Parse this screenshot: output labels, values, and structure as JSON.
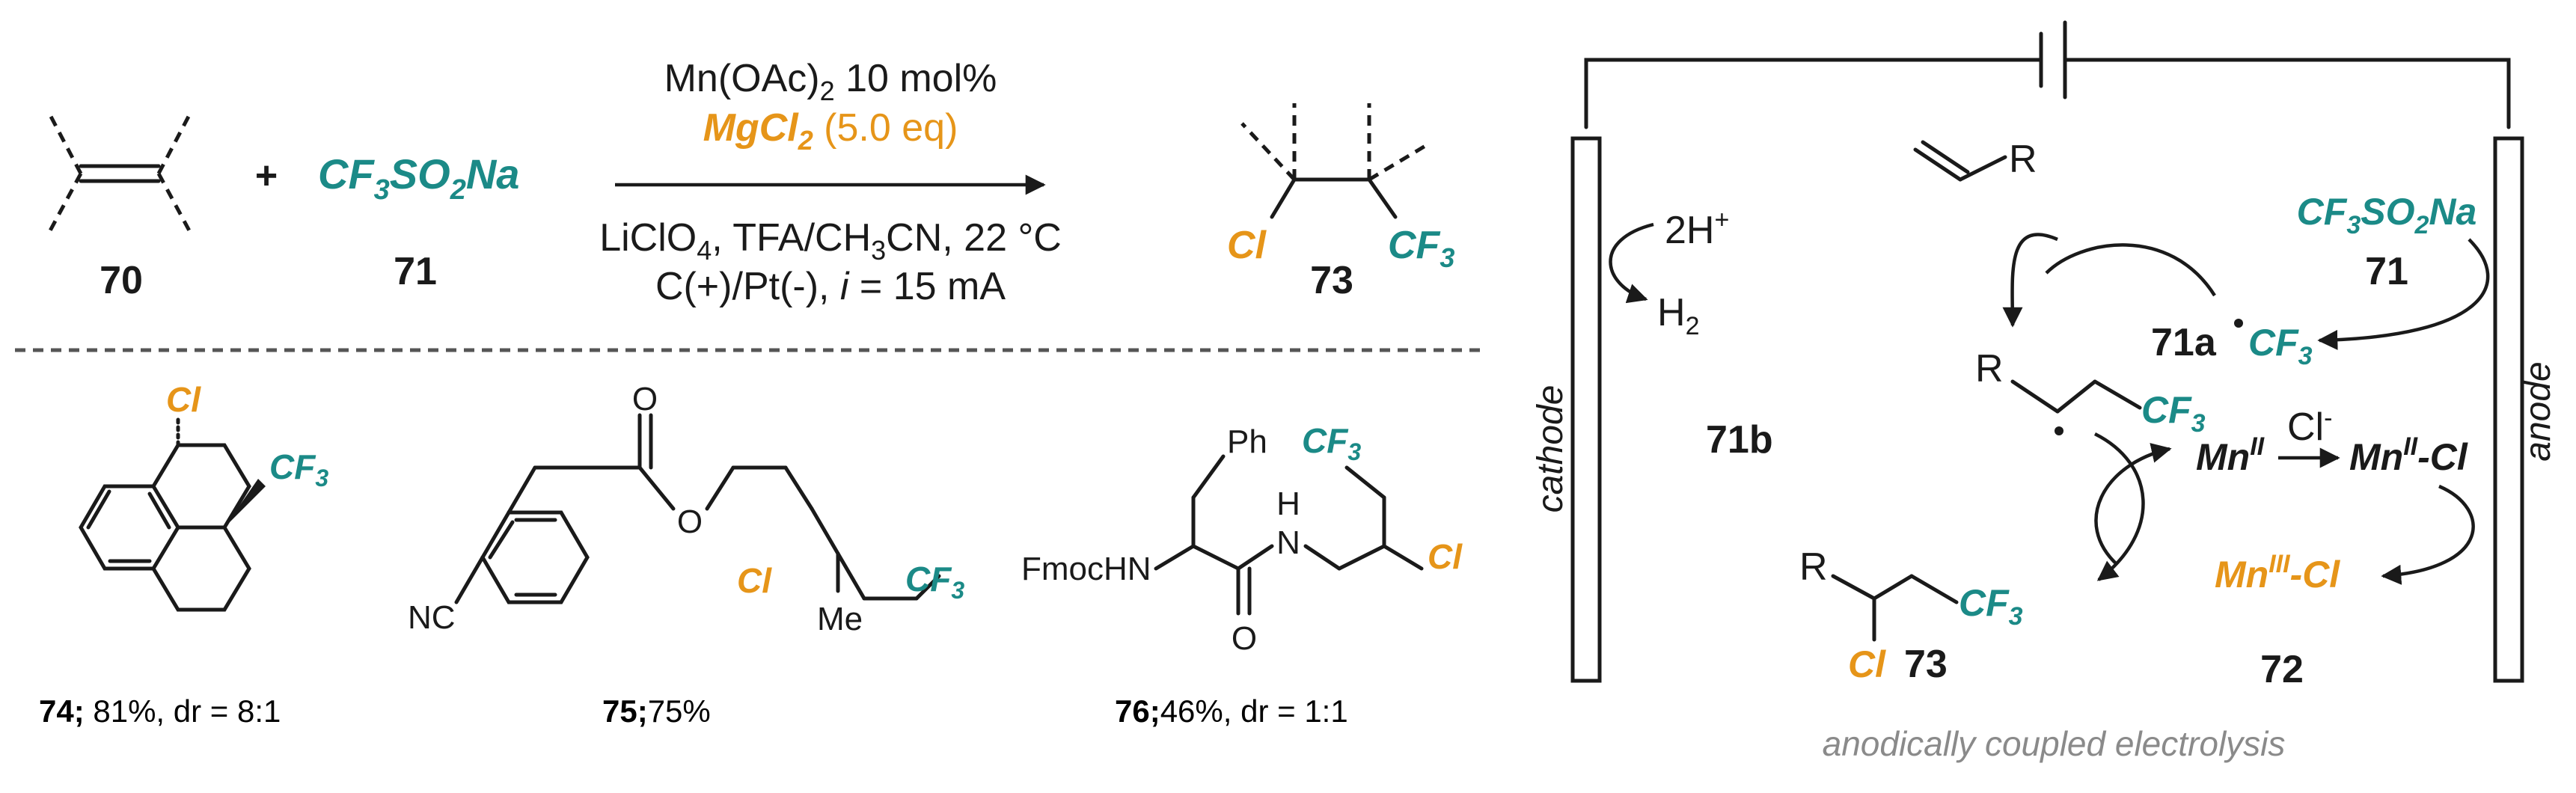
{
  "colors": {
    "teal": "#1b8a87",
    "orange": "#e69519",
    "grey": "#8a8a8a",
    "ink": "#1a1a1a"
  },
  "top": {
    "c70": "70",
    "plus": "+",
    "reagent_name": "CF",
    "c71": "71",
    "cond1_a": "Mn(OAc)",
    "cond1_sub": "2",
    "cond1_b": " 10 mol%",
    "cond2_a": "MgCl",
    "cond2_sub": "2",
    "cond2_b": " (5.0 eq)",
    "cond3_a": "LiClO",
    "cond3_sub": "4",
    "cond3_b": ", TFA/CH",
    "cond3_sub2": "3",
    "cond3_c": "CN, 22 °C",
    "cond4_a": "C(+)/Pt(-), ",
    "cond4_i": "i",
    "cond4_b": " = 15 mA",
    "cl": "Cl",
    "cf3": "CF",
    "c73": "73"
  },
  "examples": [
    {
      "num": "74;",
      "text": " 81%, dr = 8:1"
    },
    {
      "num": "75;",
      "text": "75%"
    },
    {
      "num": "76;",
      "text": "46%, dr = 1:1"
    }
  ],
  "ex_labels": {
    "cl": "Cl",
    "cf": "CF",
    "three": "3",
    "nc": "NC",
    "o": "O",
    "me": "Me",
    "ph": "Ph",
    "h": "H",
    "n": "N",
    "fmochn": "FmocHN"
  },
  "cycle": {
    "cathode": "cathode",
    "anode": "anode",
    "twoH": "2H",
    "plus_sup": "+",
    "h2": "H",
    "two": "2",
    "r": "R",
    "reagent": "CF",
    "c71": "71",
    "c71a": "71a",
    "c71b": "71b",
    "mn": "Mn",
    "mn_ii": "II",
    "mn_iii": "III",
    "clminus": "Cl",
    "minus": "-",
    "dash_cl": "-Cl",
    "c72": "72",
    "c73": "73",
    "caption": "anodically coupled electrolysis"
  }
}
